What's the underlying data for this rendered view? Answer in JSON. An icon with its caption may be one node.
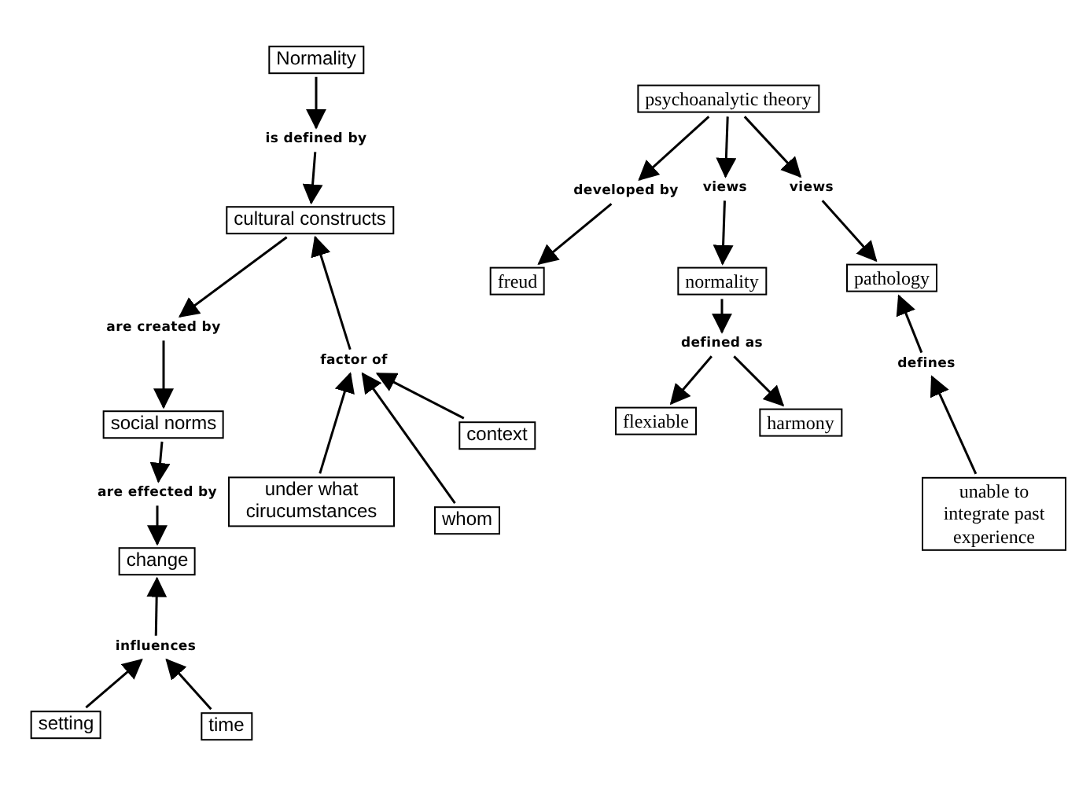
{
  "diagram": {
    "nodes": [
      {
        "text": [
          "Normality"
        ]
      },
      {
        "text": [
          "is defined by"
        ]
      },
      {
        "text": [
          "cultural constructs"
        ]
      },
      {
        "text": [
          "are created by"
        ]
      },
      {
        "text": [
          "social norms"
        ]
      },
      {
        "text": [
          "are effected by"
        ]
      },
      {
        "text": [
          "change"
        ]
      },
      {
        "text": [
          "influences"
        ]
      },
      {
        "text": [
          "setting"
        ]
      },
      {
        "text": [
          "time"
        ]
      },
      {
        "text": [
          "factor of"
        ]
      },
      {
        "text": [
          "under what cirucumstances"
        ]
      },
      {
        "text": [
          "whom"
        ]
      },
      {
        "text": [
          "context"
        ]
      },
      {
        "text": [
          "psychoanalytic theory"
        ]
      },
      {
        "text": [
          "developed by"
        ]
      },
      {
        "text": [
          "views"
        ]
      },
      {
        "text": [
          "views"
        ]
      },
      {
        "text": [
          "freud"
        ]
      },
      {
        "text": [
          "normality"
        ]
      },
      {
        "text": [
          "pathology"
        ]
      },
      {
        "text": [
          "defined as"
        ]
      },
      {
        "text": [
          "flexiable"
        ]
      },
      {
        "text": [
          "harmony"
        ]
      },
      {
        "text": [
          "defines"
        ]
      },
      {
        "text": [
          "unable to integrate past experience"
        ]
      }
    ],
    "edges": [
      {
        "from": 0,
        "to": 1,
        "arrow": "to"
      },
      {
        "from": 1,
        "to": 2,
        "arrow": "to"
      },
      {
        "from": 2,
        "to": 3,
        "arrow": "to"
      },
      {
        "from": 3,
        "to": 4,
        "arrow": "to"
      },
      {
        "from": 4,
        "to": 5,
        "arrow": "to"
      },
      {
        "from": 5,
        "to": 6,
        "arrow": "to"
      },
      {
        "from": 7,
        "to": 6,
        "arrow": "to"
      },
      {
        "from": 8,
        "to": 7,
        "arrow": "to"
      },
      {
        "from": 9,
        "to": 7,
        "arrow": "to"
      },
      {
        "from": 10,
        "to": 2,
        "arrow": "to"
      },
      {
        "from": 11,
        "to": 10,
        "arrow": "to"
      },
      {
        "from": 12,
        "to": 10,
        "arrow": "to"
      },
      {
        "from": 13,
        "to": 10,
        "arrow": "to"
      },
      {
        "from": 14,
        "to": 15,
        "arrow": "to"
      },
      {
        "from": 14,
        "to": 16,
        "arrow": "to"
      },
      {
        "from": 14,
        "to": 17,
        "arrow": "to"
      },
      {
        "from": 15,
        "to": 18,
        "arrow": "to"
      },
      {
        "from": 16,
        "to": 19,
        "arrow": "to"
      },
      {
        "from": 17,
        "to": 20,
        "arrow": "to"
      },
      {
        "from": 19,
        "to": 21,
        "arrow": "to"
      },
      {
        "from": 21,
        "to": 22,
        "arrow": "to"
      },
      {
        "from": 21,
        "to": 23,
        "arrow": "to"
      },
      {
        "from": 24,
        "to": 20,
        "arrow": "to"
      },
      {
        "from": 25,
        "to": 24,
        "arrow": "to"
      }
    ]
  }
}
